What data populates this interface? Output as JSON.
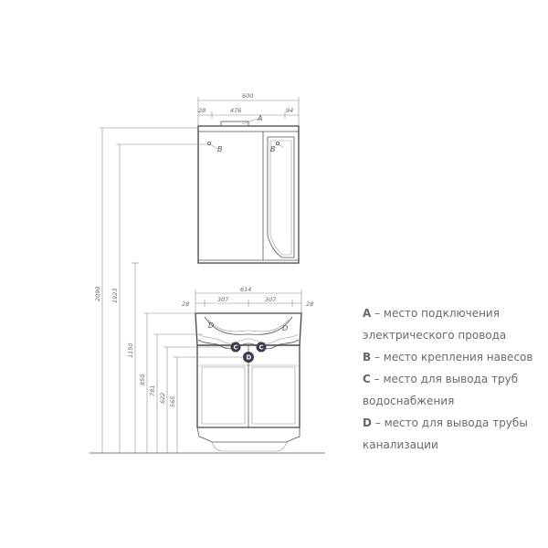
{
  "dimensions": {
    "total_width_top": "600",
    "inner_width_top": "476",
    "left_offset_top": "28",
    "right_offset_top": "94",
    "total_height": "2090",
    "height_1923": "1923",
    "height_1150": "1150",
    "height_850": "850",
    "height_781": "781",
    "height_622": "622",
    "height_565": "565",
    "sink_width": "614",
    "half_left": "307",
    "half_right": "307",
    "sink_side_left": "28",
    "sink_side_right": "28"
  },
  "markers": {
    "a": "A",
    "b": "B",
    "c": "C",
    "d": "D"
  },
  "legend": [
    {
      "key": "A",
      "text": " – место подключения"
    },
    {
      "key": "",
      "text": "электрического провода"
    },
    {
      "key": "B",
      "text": " – место крепления навесов"
    },
    {
      "key": "C",
      "text": " – место для вывода труб"
    },
    {
      "key": "",
      "text": "водоснабжения"
    },
    {
      "key": "D",
      "text": " – место для вывода трубы"
    },
    {
      "key": "",
      "text": "канализации"
    }
  ]
}
